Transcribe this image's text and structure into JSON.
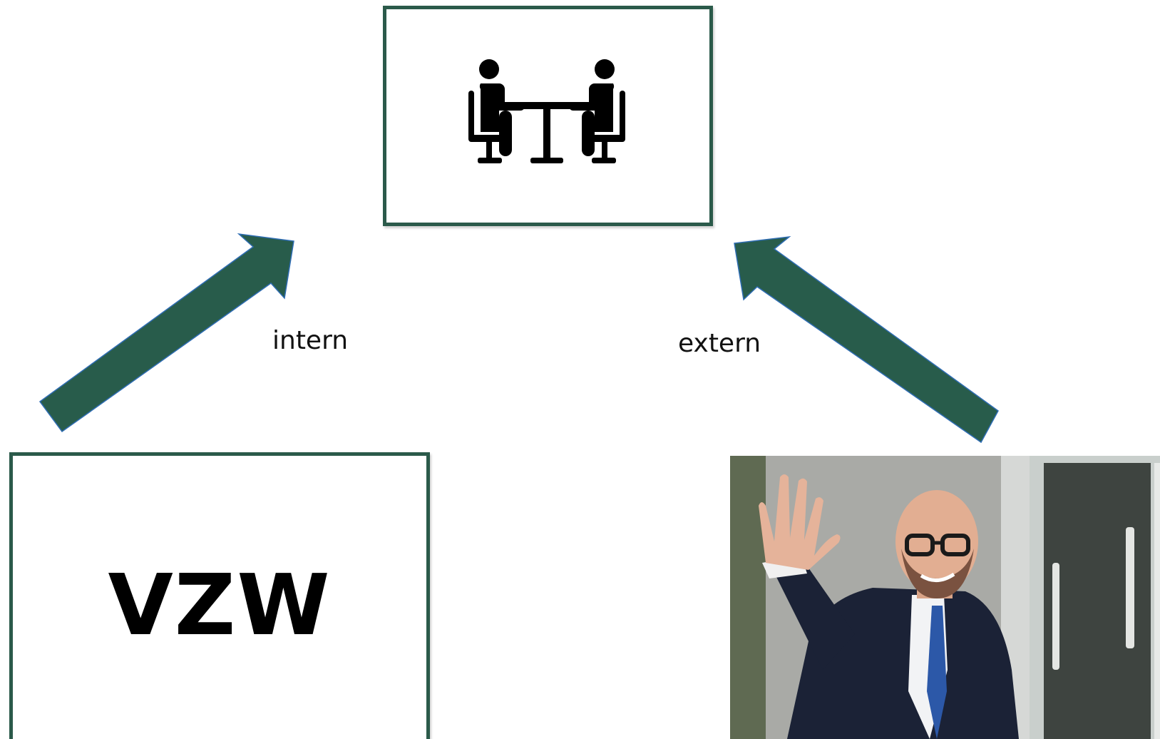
{
  "nodes": {
    "meeting": {
      "icon": "meeting-table-icon"
    },
    "vzw": {
      "label": "VZW"
    },
    "person_photo": {
      "icon": "waving-man-photo"
    }
  },
  "edges": {
    "internal": {
      "label": "intern"
    },
    "external": {
      "label": "extern"
    }
  },
  "colors": {
    "arrow_fill": "#285c4b",
    "arrow_stroke": "#2f6db3",
    "box_border": "#2b5a4a"
  }
}
